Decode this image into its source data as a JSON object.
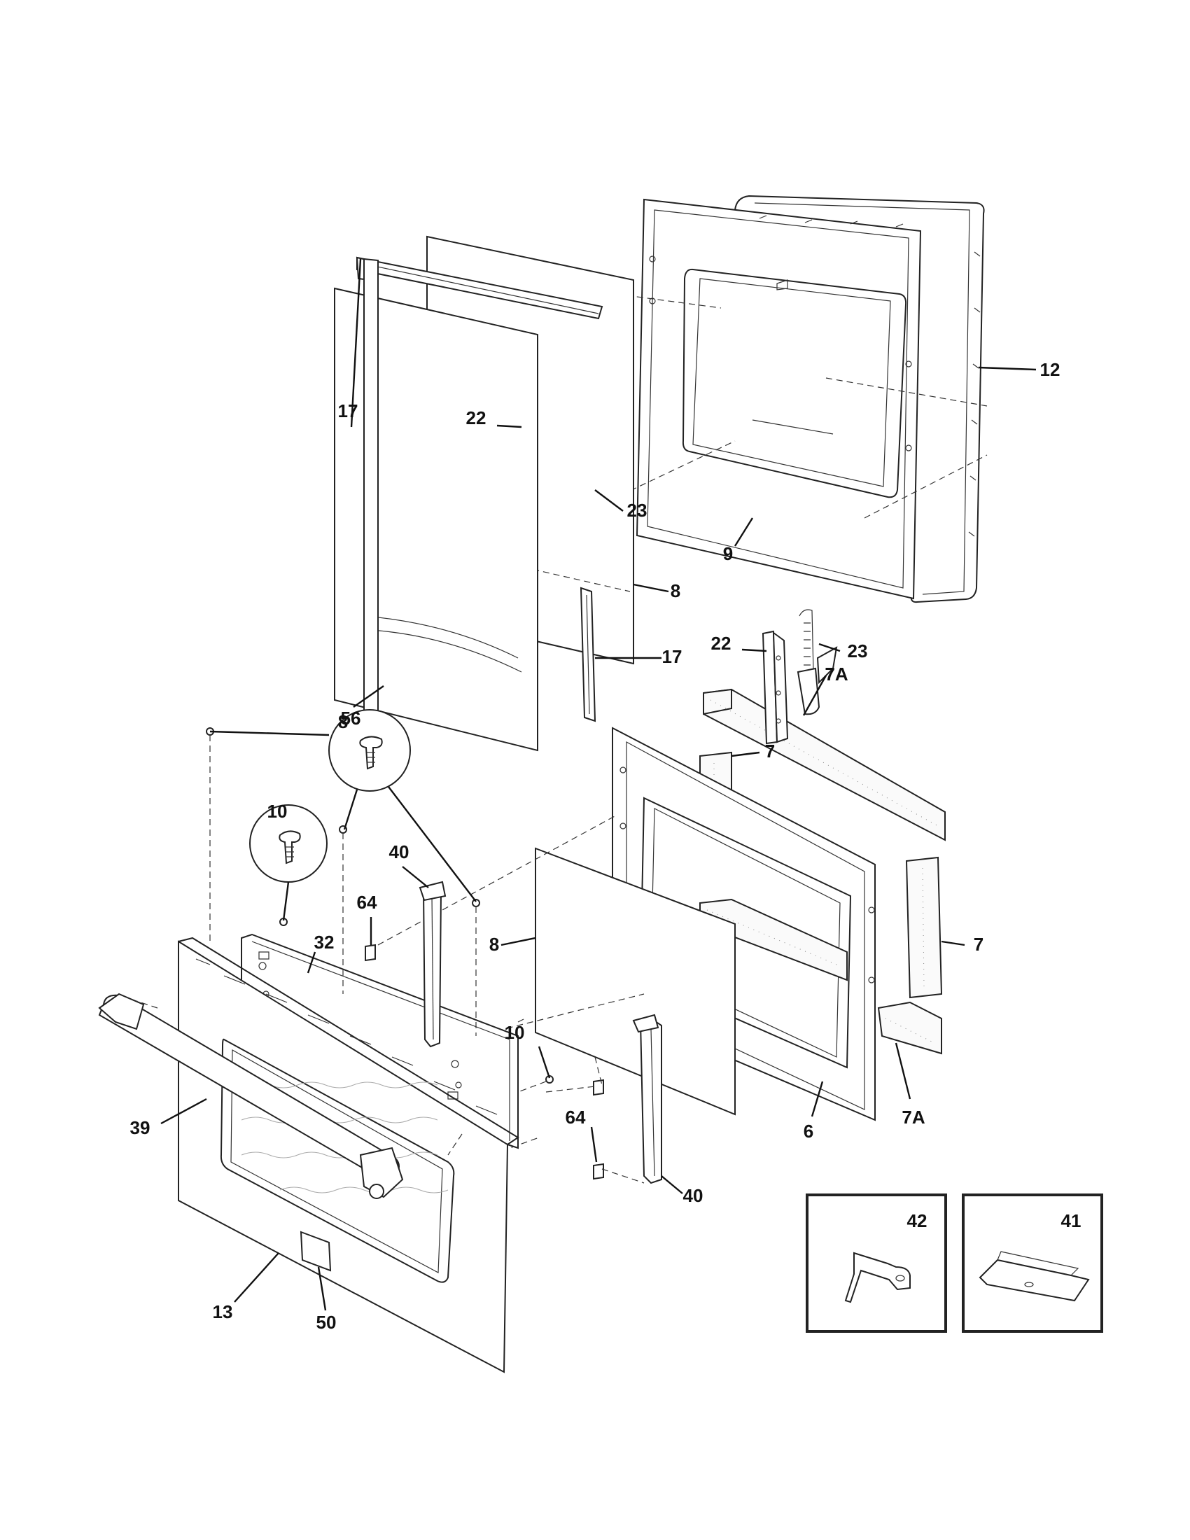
{
  "callouts": {
    "c12": "12",
    "c17a": "17",
    "c22a": "22",
    "c23a": "23",
    "c9": "9",
    "c8a": "8",
    "c17b": "17",
    "c8b": "8",
    "c22b": "22",
    "c23b": "23",
    "c7a_top": "7A",
    "c7a": "7",
    "c56": "56",
    "c10a": "10",
    "c40a": "40",
    "c64a": "64",
    "c32": "32",
    "c8c": "8",
    "c7b": "7",
    "c10b": "10",
    "c39": "39",
    "c64b": "64",
    "c7a_bottom": "7A",
    "c6": "6",
    "c40b": "40",
    "c13": "13",
    "c50": "50",
    "c42": "42",
    "c41": "41"
  },
  "colors": {
    "line": "#222222",
    "background": "#ffffff"
  }
}
